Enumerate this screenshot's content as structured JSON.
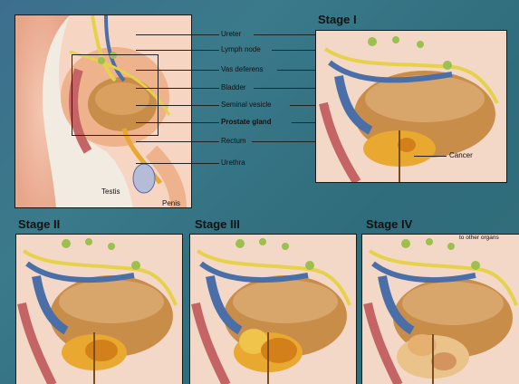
{
  "diagram": {
    "anatomy_labels": [
      "Ureter",
      "Lymph node",
      "Vas deferens",
      "Bladder",
      "Seminal vesicle",
      "Prostate gland",
      "Rectum",
      "Urethra"
    ],
    "overview_labels": {
      "testis": "Testis",
      "penis": "Penis"
    },
    "stages": [
      {
        "title": "Stage I",
        "label": "Cancer"
      },
      {
        "title": "Stage II"
      },
      {
        "title": "Stage III"
      },
      {
        "title": "Stage IV",
        "note": "Cancer may spread\nto other organs"
      }
    ],
    "colors": {
      "background": "#35708a",
      "panel": "#f1ebe2",
      "bladder": "#c98d4a",
      "tumor": "#e9a830",
      "yellow_duct": "#e6d24a",
      "blue_vessel": "#4a6fa8"
    }
  }
}
